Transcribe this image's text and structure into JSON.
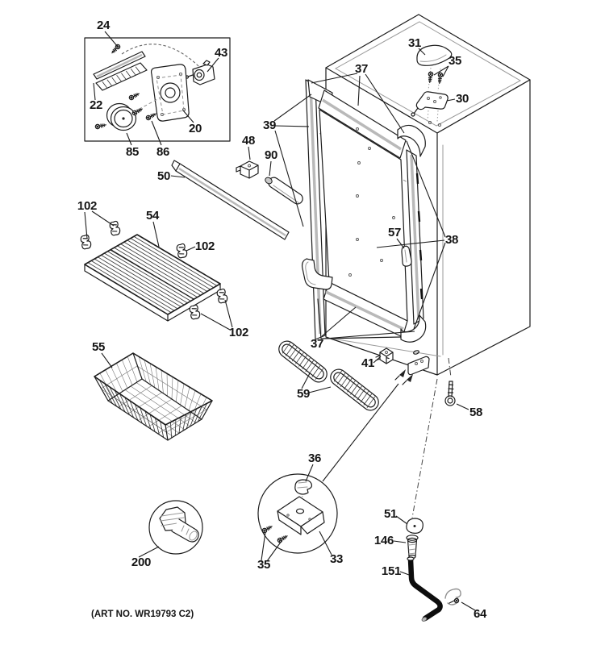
{
  "diagram": {
    "art_no": "(ART NO. WR19793 C2)",
    "callouts": [
      "24",
      "43",
      "22",
      "20",
      "85",
      "86",
      "50",
      "102",
      "54",
      "102",
      "102",
      "55",
      "31",
      "35",
      "30",
      "37",
      "39",
      "48",
      "90",
      "57",
      "38",
      "37",
      "41",
      "59",
      "58",
      "36",
      "35",
      "33",
      "200",
      "51",
      "146",
      "151",
      "64"
    ],
    "colors": {
      "line": "#1c1c1c",
      "shade": "#b9b9b9",
      "hose": "#0d0d0d",
      "background": "#ffffff"
    }
  }
}
